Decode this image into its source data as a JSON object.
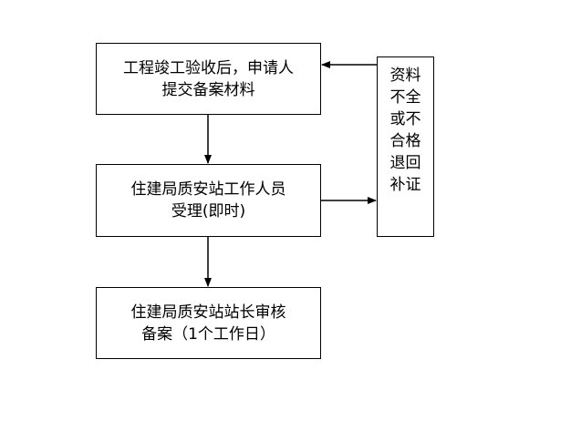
{
  "diagram": {
    "submit_box": {
      "line1": "工程竣工验收后，申请人",
      "line2": "提交备案材料"
    },
    "accept_box": {
      "line1": "住建局质安站工作人员",
      "line2": "受理(即时)"
    },
    "review_box": {
      "line1": "住建局质安站站长审核",
      "line2": "备案（1个工作日）"
    },
    "return_box": {
      "line1": "资料",
      "line2": "不全",
      "line3": "或不",
      "line4": "合格",
      "line5": "退回",
      "line6": "补证"
    }
  }
}
